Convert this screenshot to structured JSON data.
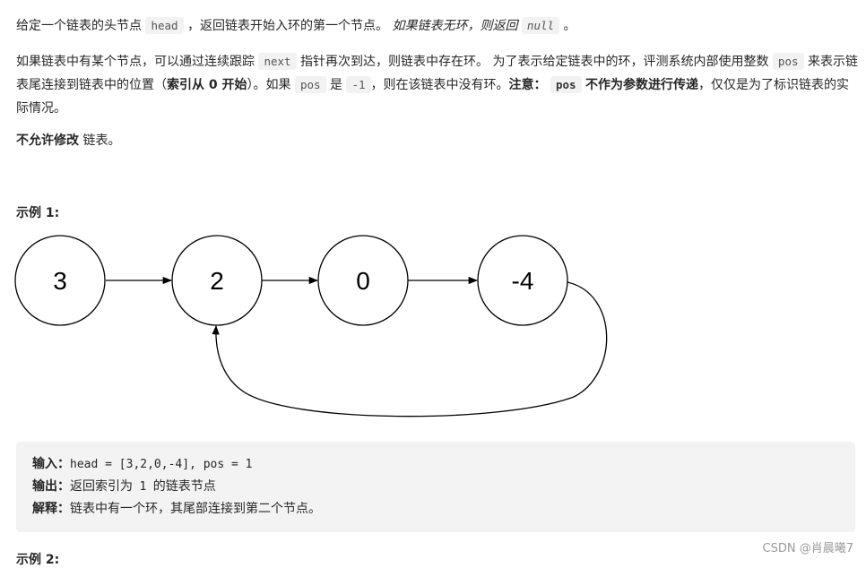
{
  "intro": {
    "t1": "给定一个链表的头节点",
    "c1": "head",
    "t2": "，返回链表开始入环的第一个节点。",
    "em1": "如果链表无环，则返回",
    "c2": "null",
    "t3": "。"
  },
  "desc": {
    "t1": "如果链表中有某个节点，可以通过连续跟踪",
    "c1": "next",
    "t2": "指针再次到达，则链表中存在环。 为了表示给定链表中的环，评测系统内部使用整数",
    "c2": "pos",
    "t3": "来表示链表尾连接到链表中的位置（",
    "b1": "索引从 0 开始",
    "t4": "）。如果",
    "c3": "pos",
    "t5": "是",
    "c4": "-1",
    "t6": "，则在该链表中没有环。",
    "b2": "注意：",
    "c5": "pos",
    "b3": "不作为参数进行传递",
    "t7": "，仅仅是为了标识链表的实际情况。"
  },
  "rule": {
    "bold": "不允许修改",
    "text": "链表。"
  },
  "example1": {
    "heading": "示例 1:",
    "nodes": [
      "3",
      "2",
      "0",
      "-4"
    ],
    "input_label": "输入：",
    "input_value": "head = [3,2,0,-4], pos = 1",
    "output_label": "输出：",
    "output_t1": "返回索引为",
    "output_code": "1",
    "output_t2": "的链表节点",
    "explain_label": "解释：",
    "explain_text": "链表中有一个环，其尾部连接到第二个节点。"
  },
  "example2": {
    "heading": "示例 2:"
  },
  "watermark": "CSDN @肖晨曦7"
}
